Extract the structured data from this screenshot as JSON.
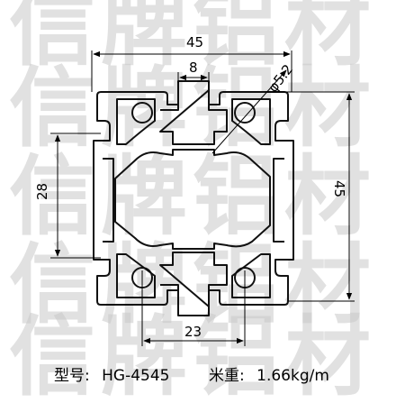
{
  "watermark": {
    "text": "信牌铝材"
  },
  "dimensions": {
    "width": "45",
    "slot": "8",
    "hole": "φ5.2",
    "left_spacing": "28",
    "height": "45",
    "bottom_spacing": "23"
  },
  "caption": {
    "model_label": "型号:",
    "model_value": "HG-4545",
    "weight_label": "米重:",
    "weight_value": "1.66kg/m"
  },
  "colors": {
    "profile_outline": "#111111",
    "watermark": "#c9c9c9",
    "dimension_line": "#000000"
  }
}
